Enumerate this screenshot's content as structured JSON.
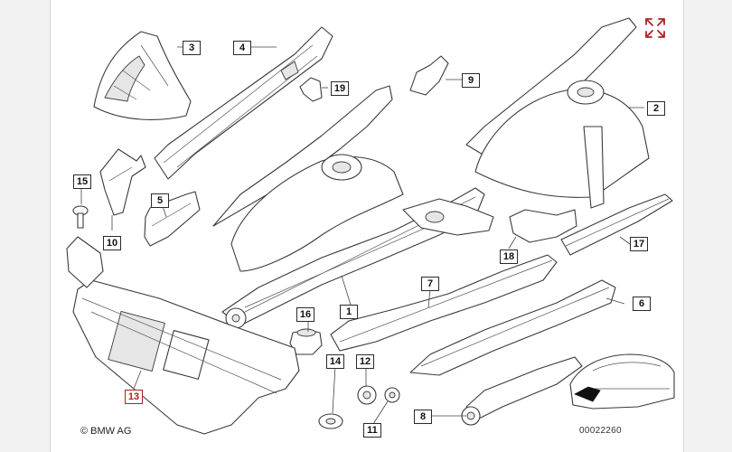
{
  "copyright": "© BMW AG",
  "diagram_number": "00022260",
  "expand_icon": "expand-arrows-icon",
  "colors": {
    "callout_border": "#2a2a2a",
    "selected_callout": "#b02020",
    "expand_icon": "#b02020"
  },
  "callouts": [
    {
      "id": "1",
      "label": "1"
    },
    {
      "id": "2",
      "label": "2"
    },
    {
      "id": "3",
      "label": "3"
    },
    {
      "id": "4",
      "label": "4"
    },
    {
      "id": "5",
      "label": "5"
    },
    {
      "id": "6",
      "label": "6"
    },
    {
      "id": "7",
      "label": "7"
    },
    {
      "id": "8",
      "label": "8"
    },
    {
      "id": "9",
      "label": "9"
    },
    {
      "id": "10",
      "label": "10"
    },
    {
      "id": "11",
      "label": "11"
    },
    {
      "id": "12",
      "label": "12"
    },
    {
      "id": "13",
      "label": "13",
      "selected": true
    },
    {
      "id": "14",
      "label": "14"
    },
    {
      "id": "15",
      "label": "15"
    },
    {
      "id": "16",
      "label": "16"
    },
    {
      "id": "17",
      "label": "17"
    },
    {
      "id": "18",
      "label": "18"
    },
    {
      "id": "19",
      "label": "19"
    }
  ]
}
